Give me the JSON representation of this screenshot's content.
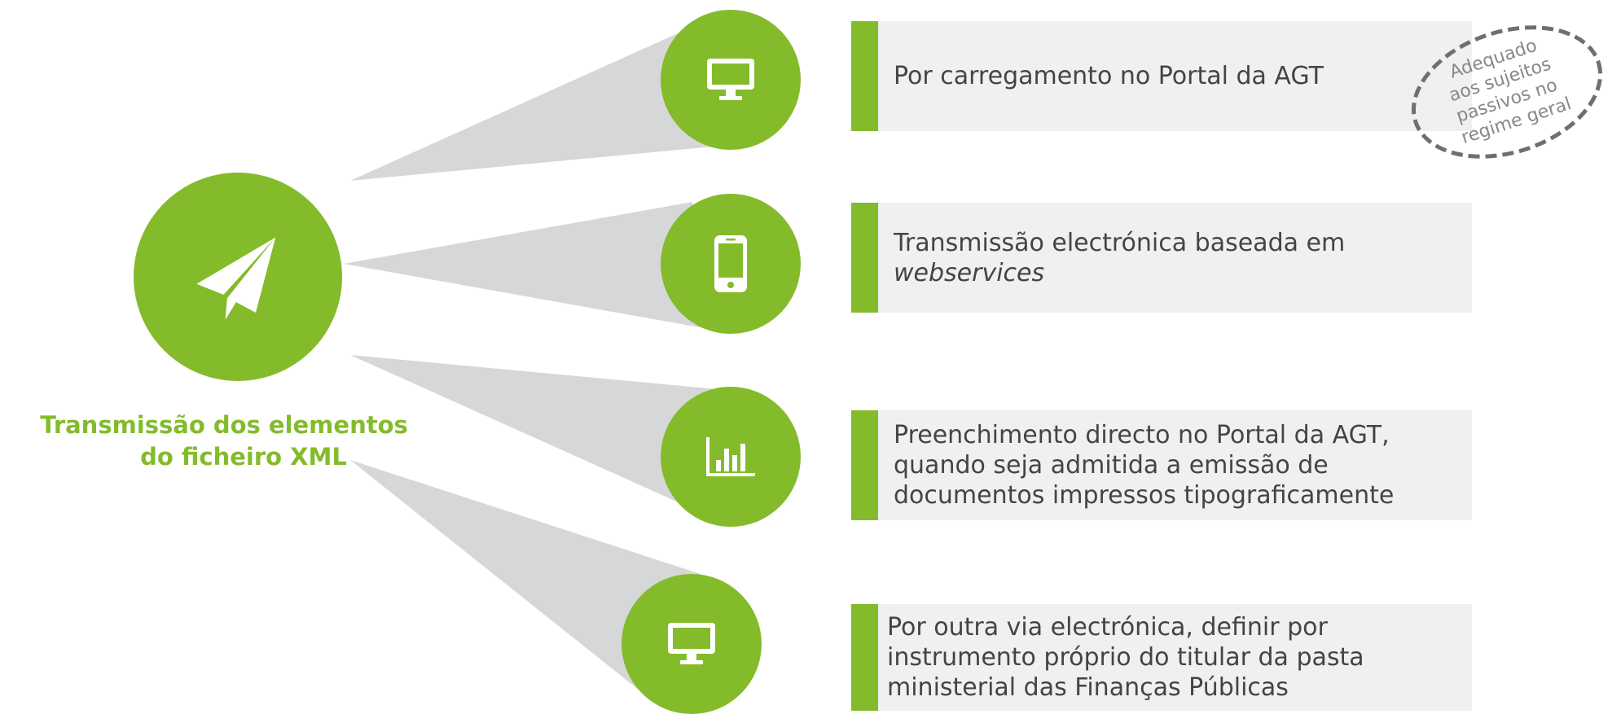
{
  "hub": {
    "icon": "paper-plane-icon",
    "label_line1": "Transmissão dos elementos",
    "label_line2": "do ficheiro XML"
  },
  "items": [
    {
      "icon": "monitor-icon",
      "lines": [
        "Por carregamento no Portal da AGT"
      ]
    },
    {
      "icon": "smartphone-icon",
      "line1": "Transmissão electrónica baseada em",
      "line2_italic": "webservices"
    },
    {
      "icon": "bar-chart-icon",
      "lines": [
        "Preenchimento directo no Portal da AGT,",
        "quando seja admitida a emissão de",
        "documentos impressos tipograficamente"
      ]
    },
    {
      "icon": "monitor-icon",
      "lines": [
        "Por outra via electrónica, definir por",
        "instrumento próprio do titular da pasta",
        "ministerial das Finanças Públicas"
      ]
    }
  ],
  "badge": {
    "lines": [
      "Adequado",
      "aos sujeitos",
      "passivos no",
      "regime geral"
    ]
  },
  "colors": {
    "accent": "#84bb2b",
    "card_background": "#eff0f1",
    "beam": "#d6d7d9",
    "text": "#444444",
    "badge_text": "#888888"
  }
}
